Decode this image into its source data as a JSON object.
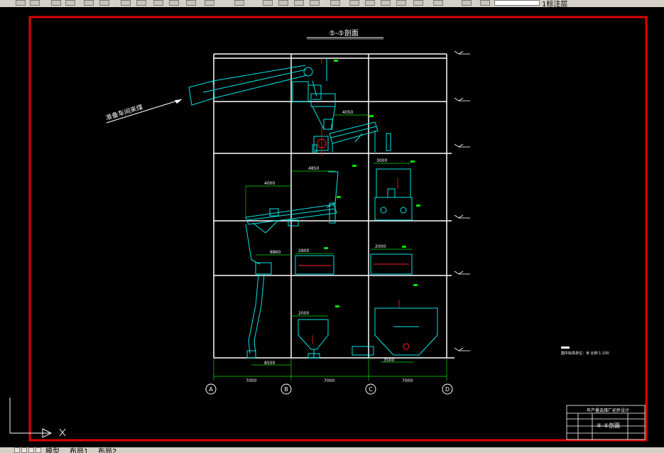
{
  "toolbar": {
    "layer_label": "1标注层"
  },
  "drawing": {
    "section_title": "⑤-⑤剖面",
    "arrow_label": "准备车间来煤",
    "column_labels": [
      "A",
      "B",
      "C",
      "D"
    ],
    "bay_widths": [
      "7000",
      "7000",
      "7000"
    ],
    "dims": {
      "d4050": "4050",
      "d4850": "4850",
      "d4000": "4000",
      "d3000a": "3000",
      "d8860": "8860",
      "d2800": "2800",
      "d2000a": "2000",
      "d2000b": "2000",
      "d8500": "8500",
      "d3500": "3500"
    },
    "level_marks": [
      "",
      "",
      "",
      "",
      "",
      ""
    ],
    "note_text": "图中标高单位：米 比例 1:100"
  },
  "title_block": {
    "name": "⑤-⑤剖面",
    "project": "年产量选煤厂初步设计"
  },
  "tabs": {
    "model": "模型",
    "layout1": "布局1",
    "layout2": "布局2"
  },
  "colors": {
    "frame": "#e00000",
    "structure": "#ffffff",
    "equipment": "#00e5e5",
    "dimension": "#00e000",
    "centerline": "#ff2020"
  }
}
